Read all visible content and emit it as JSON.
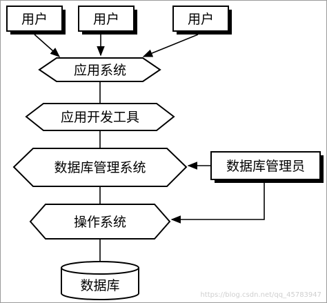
{
  "diagram": {
    "users": [
      "用户",
      "用户",
      "用户"
    ],
    "layers": {
      "app_system": "应用系统",
      "dev_tools": "应用开发工具",
      "dbms": "数据库管理系统",
      "os": "操作系统",
      "database": "数据库"
    },
    "dba": "数据库管理员",
    "watermark": "https://blog.csdn.net/qq_45783947"
  }
}
